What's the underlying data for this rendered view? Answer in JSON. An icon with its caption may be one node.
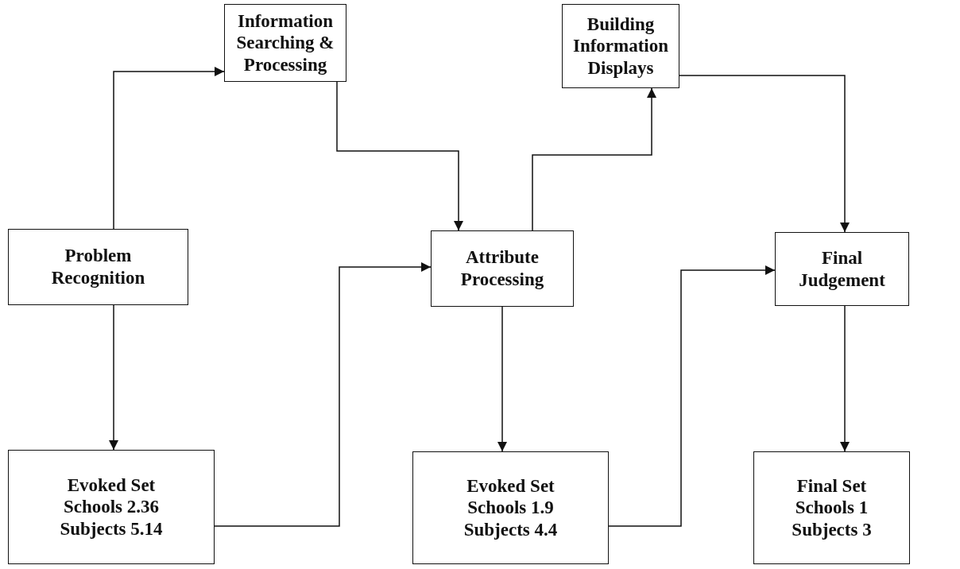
{
  "diagram": {
    "nodes": [
      {
        "text": [
          "Problem Recognition"
        ]
      },
      {
        "text": [
          "Information Searching & Processing"
        ]
      },
      {
        "text": [
          "Building Information Displays"
        ]
      },
      {
        "text": [
          "Attribute Processing"
        ]
      },
      {
        "text": [
          "Final Judgement"
        ]
      },
      {
        "text": [
          "Evoked Set",
          "Schools 2.36",
          "Subjects 5.14"
        ]
      },
      {
        "text": [
          "Evoked Set",
          "Schools 1.9",
          "Subjects 4.4"
        ]
      },
      {
        "text": [
          "Final Set",
          "Schools 1",
          "Subjects 3"
        ]
      }
    ],
    "edges": [
      {
        "from": 0,
        "to": 1,
        "arrow": "to"
      },
      {
        "from": 1,
        "to": 3,
        "arrow": "to"
      },
      {
        "from": 3,
        "to": 2,
        "arrow": "to"
      },
      {
        "from": 2,
        "to": 4,
        "arrow": "to"
      },
      {
        "from": 0,
        "to": 5,
        "arrow": "to"
      },
      {
        "from": 5,
        "to": 3,
        "arrow": "to"
      },
      {
        "from": 3,
        "to": 6,
        "arrow": "to"
      },
      {
        "from": 6,
        "to": 4,
        "arrow": "to"
      },
      {
        "from": 4,
        "to": 7,
        "arrow": "to"
      }
    ]
  }
}
